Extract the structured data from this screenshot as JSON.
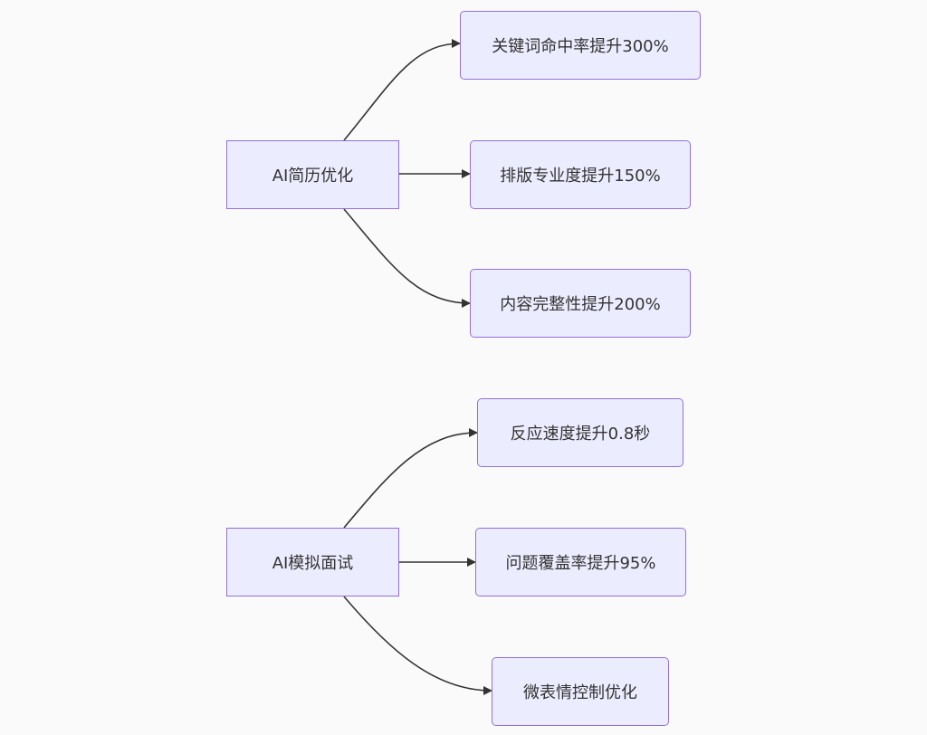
{
  "diagram": {
    "groups": [
      {
        "root": {
          "label": "AI简历优化"
        },
        "children": [
          {
            "label": "关键词命中率提升300%"
          },
          {
            "label": "排版专业度提升150%"
          },
          {
            "label": "内容完整性提升200%"
          }
        ]
      },
      {
        "root": {
          "label": "AI模拟面试"
        },
        "children": [
          {
            "label": "反应速度提升0.8秒"
          },
          {
            "label": "问题覆盖率提升95%"
          },
          {
            "label": "微表情控制优化"
          }
        ]
      }
    ]
  },
  "colors": {
    "node_fill": "#ececff",
    "node_border": "#9370db",
    "edge": "#333333",
    "text": "#333333",
    "background": "#fafafa"
  }
}
